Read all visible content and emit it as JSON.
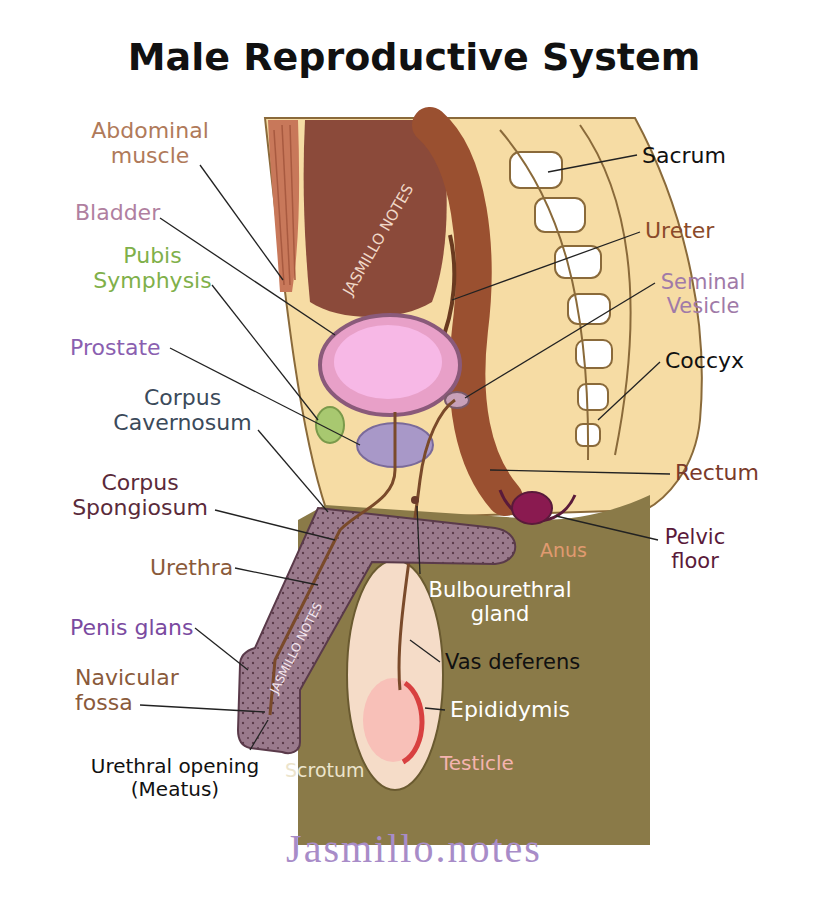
{
  "diagram": {
    "title": "Male Reproductive System",
    "caption": "Jasmillo.notes",
    "labels": [
      "Abdominal muscle",
      "Bladder",
      "Pubis Symphysis",
      "Prostate",
      "Corpus Cavernosum",
      "Corpus Spongiosum",
      "Urethra",
      "Penis glans",
      "Navicular fossa",
      "Urethral opening (Meatus)",
      "Scrotum",
      "Testicle",
      "Epididymis",
      "Vas deferens",
      "Bulbourethral gland",
      "Anus",
      "Pelvic floor",
      "Rectum",
      "Coccyx",
      "Seminal Vesicle",
      "Ureter",
      "Sacrum",
      "JASMILLO NOTES",
      "JASMILLO NOTES"
    ]
  }
}
